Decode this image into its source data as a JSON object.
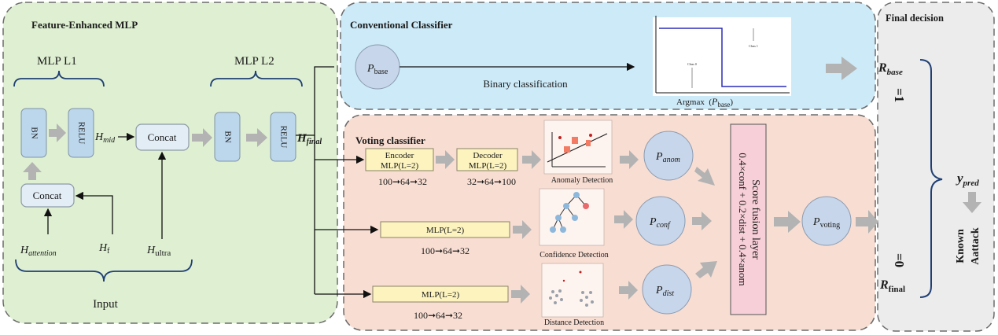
{
  "panels": {
    "mlp_title": "Feature-Enhanced MLP",
    "conv_title": "Conventional Classifier",
    "voting_title": "Voting classifier",
    "final_title": "Final decision"
  },
  "mlp": {
    "l1_label": "MLP L1",
    "l2_label": "MLP L2",
    "bn": "BN",
    "relu": "RELU",
    "concat": "Concat",
    "h_mid": "H",
    "h_mid_sub": "mid",
    "h_final": "H",
    "h_final_sub": "final",
    "h_attention": "H",
    "h_attention_sub": "attention",
    "h_f": "H",
    "h_f_sub": "f",
    "h_ultra": "H",
    "h_ultra_sub": "ultra",
    "input": "Input"
  },
  "conventional": {
    "p_base": "P",
    "p_base_sub": "base",
    "binary": "Binary classification",
    "argmax": "Argmax  (",
    "argmax_p": "P",
    "argmax_sub": "base",
    "argmax_close": ")",
    "mini_left": "Class 0",
    "mini_right": "Class 1"
  },
  "voting": {
    "encoder1": "Encoder",
    "encoder2": "MLP(L=2)",
    "decoder1": "Decoder",
    "decoder2": "MLP(L=2)",
    "enc_dims": "100➞64➞32",
    "dec_dims": "32➞64➞100",
    "mlp_conf": "MLP(L=2)",
    "mlp_conf_dims": "100➞64➞32",
    "mlp_dist": "MLP(L=2)",
    "mlp_dist_dims": "100➞64➞32",
    "anomaly_label": "Anomaly Detection",
    "confidence_label": "Confidence Detection",
    "distance_label": "Distance Detection",
    "p": "P",
    "p_anom_sub": "anom",
    "p_conf_sub": "conf",
    "p_dist_sub": "dist",
    "p_voting_sub": "voting",
    "fusion_title": "Score fusion layer",
    "fusion_formula": "0.4×conf + 0.2×dist + 0.4×anom"
  },
  "final": {
    "r": "R",
    "r_base_sub": "base",
    "r_final_sub": "final",
    "eq1": "=1",
    "eq0": "=0",
    "y": "y",
    "y_sub": "pred",
    "known": "Known",
    "attack": "Aattack"
  },
  "colors": {
    "mlp_bg": "#dff0d2",
    "conv_bg": "#cdeaf8",
    "voting_bg": "#f8ddd2",
    "final_bg": "#ececec",
    "fusion_bg": "#f7cfd8"
  }
}
